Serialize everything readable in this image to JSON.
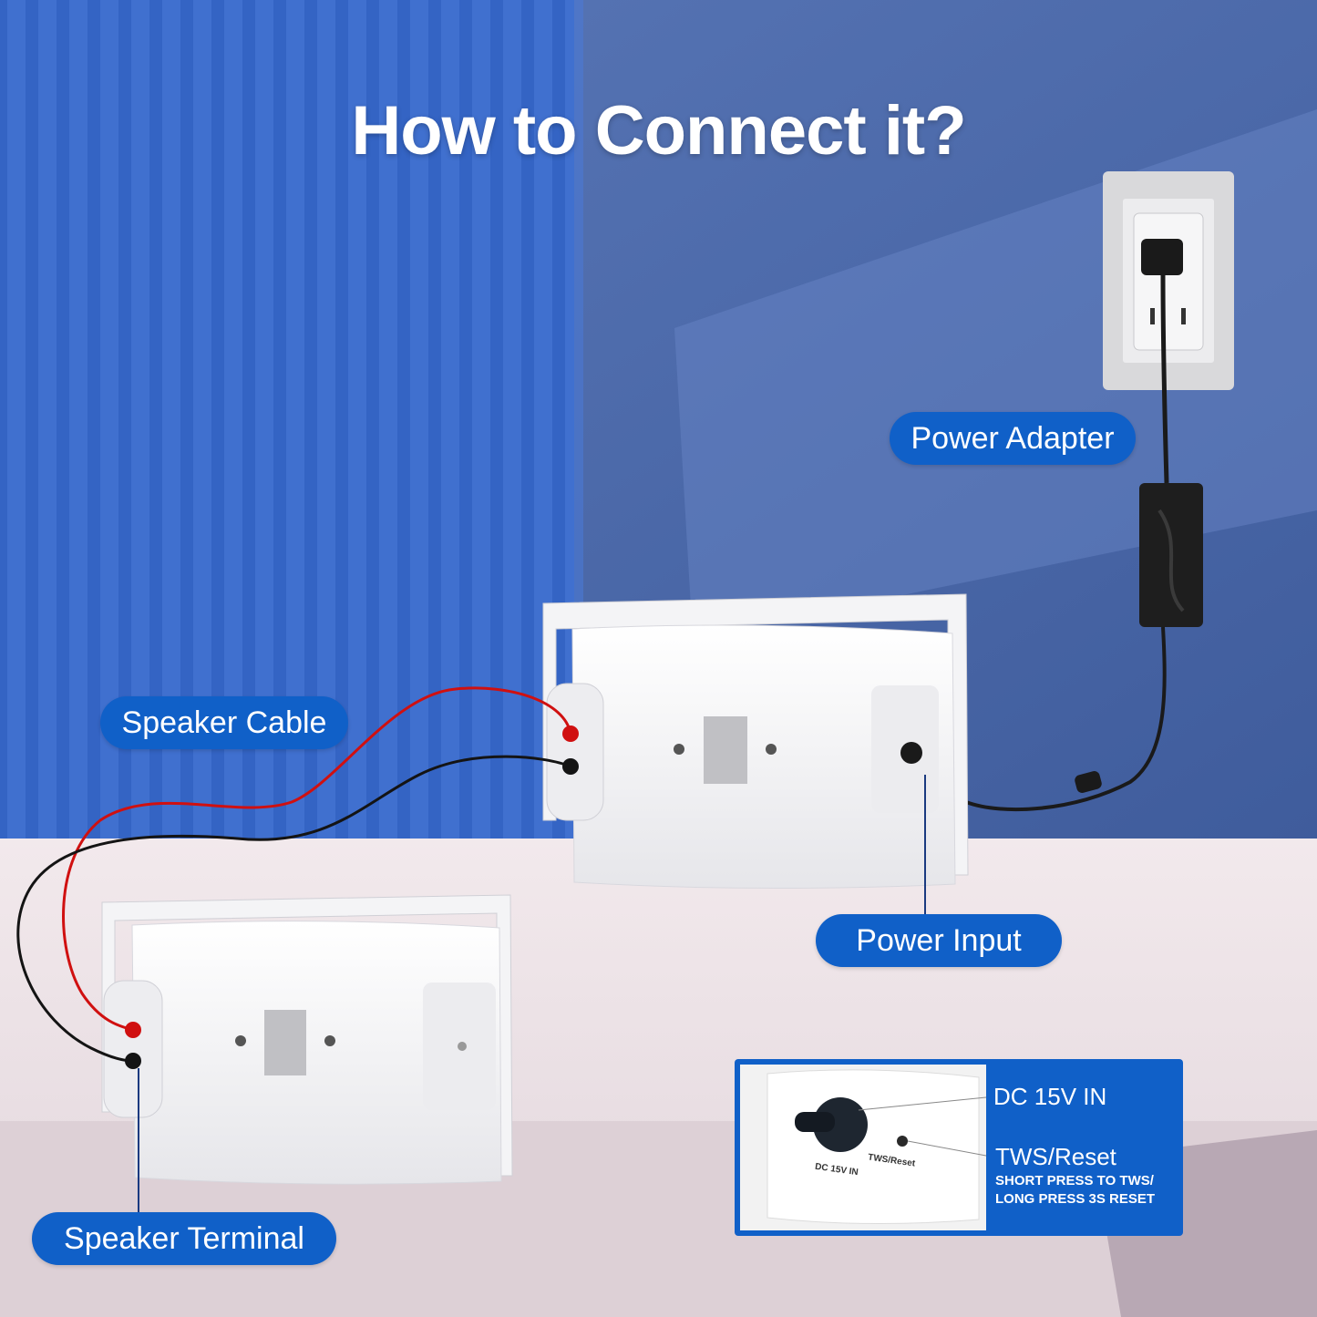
{
  "title": "How to Connect it?",
  "callouts": {
    "power_adapter": "Power Adapter",
    "speaker_cable": "Speaker Cable",
    "power_input": "Power Input",
    "speaker_terminal": "Speaker Terminal"
  },
  "inset": {
    "dc_label": "DC 15V IN",
    "tws_label": "TWS/Reset",
    "tws_desc_line1": "SHORT PRESS TO TWS/",
    "tws_desc_line2": "LONG PRESS 3S RESET",
    "photo_dc_label": "DC 15V IN",
    "photo_tws_label": "TWS/Reset"
  },
  "colors": {
    "accent": "#1060c8",
    "wall": "#4a68a8",
    "floor": "#e8dde2"
  }
}
